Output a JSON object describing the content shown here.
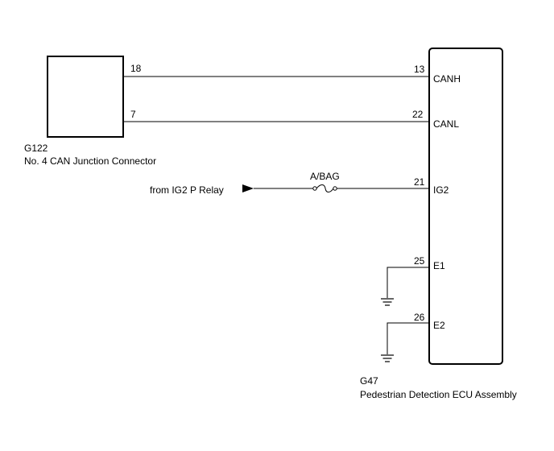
{
  "junction_connector": {
    "code": "G122",
    "name": "No. 4 CAN Junction Connector",
    "pins": {
      "canh": "18",
      "canl": "7"
    }
  },
  "ecu": {
    "code": "G47",
    "name": "Pedestrian Detection ECU Assembly",
    "terminals": [
      {
        "pin": "13",
        "label": "CANH"
      },
      {
        "pin": "22",
        "label": "CANL"
      },
      {
        "pin": "21",
        "label": "IG2"
      },
      {
        "pin": "25",
        "label": "E1"
      },
      {
        "pin": "26",
        "label": "E2"
      }
    ]
  },
  "power_source": {
    "text": "from IG2 P Relay"
  },
  "fuse": {
    "label": "A/BAG"
  },
  "colors": {
    "line": "#000000",
    "background": "#ffffff"
  },
  "icons": [
    "arrow-right-icon",
    "fuse-icon",
    "ground-icon"
  ]
}
